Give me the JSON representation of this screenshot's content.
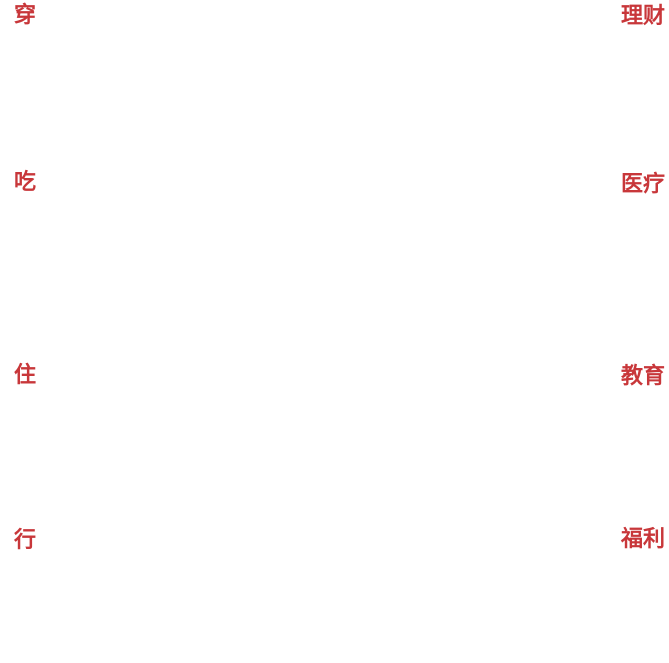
{
  "left_items": [
    {
      "label": "穿"
    },
    {
      "label": "吃"
    },
    {
      "label": "住"
    },
    {
      "label": "行"
    }
  ],
  "right_items": [
    {
      "label": "理财"
    },
    {
      "label": "医疗"
    },
    {
      "label": "教育"
    },
    {
      "label": "福利"
    }
  ],
  "colors": {
    "label_red": "#c8373a",
    "background": "#ffffff"
  }
}
